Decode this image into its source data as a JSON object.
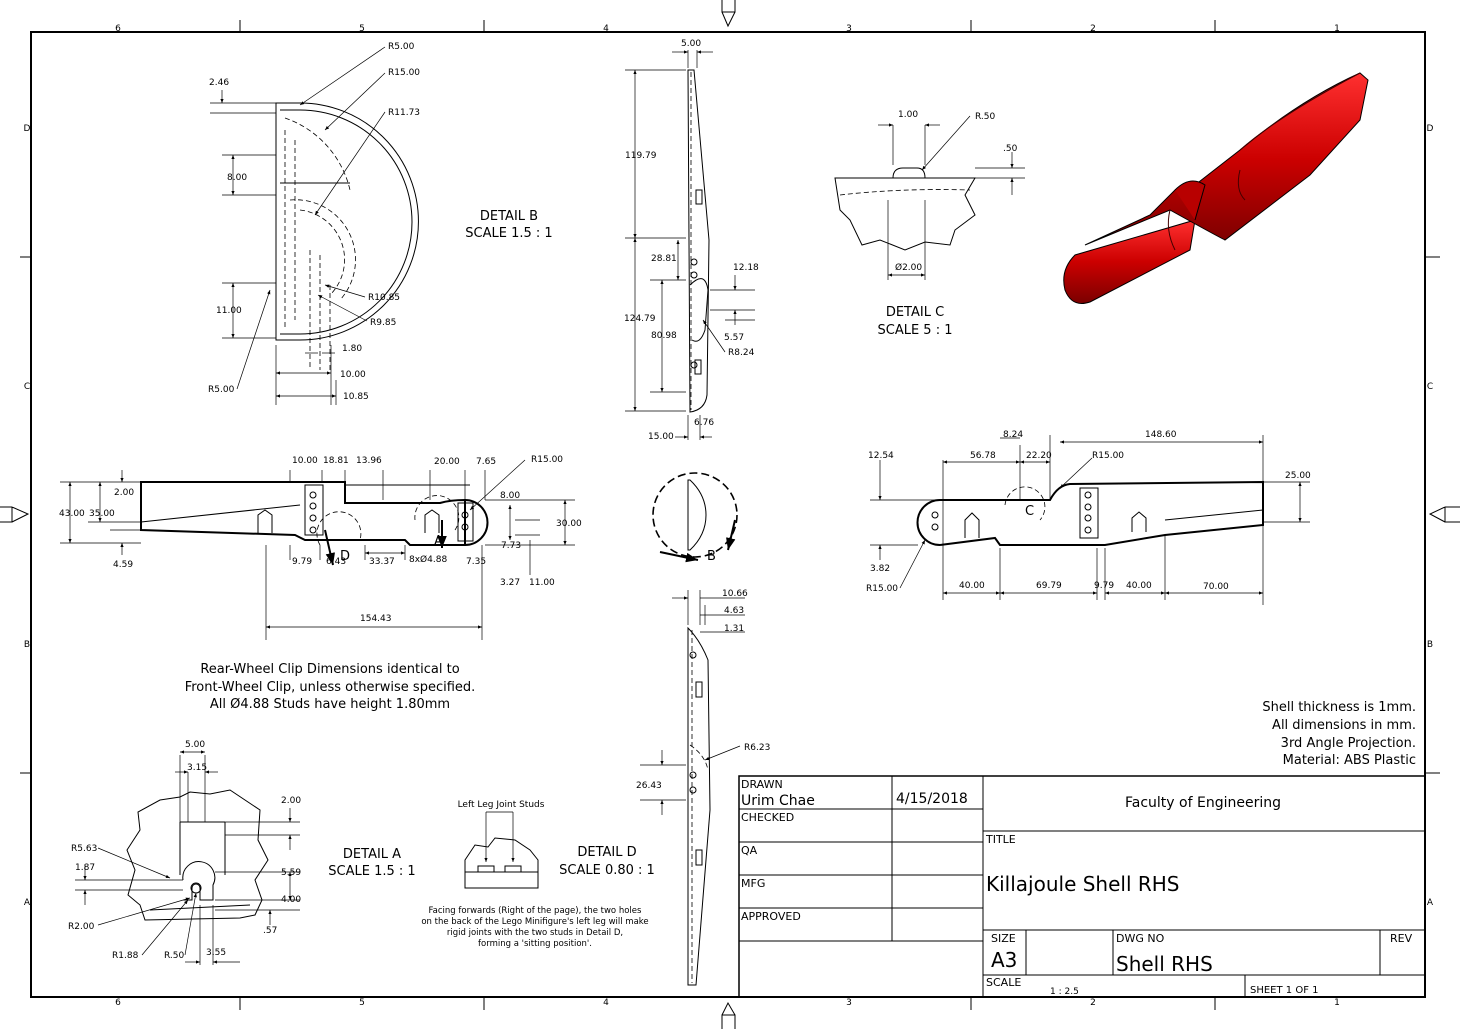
{
  "border": {
    "columns_top": [
      "6",
      "5",
      "4",
      "3",
      "2",
      "1"
    ],
    "columns_bottom": [
      "6",
      "5",
      "4",
      "3",
      "2",
      "1"
    ],
    "rows_left": [
      "D",
      "C",
      "B",
      "A"
    ],
    "rows_right": [
      "D",
      "C",
      "B",
      "A"
    ]
  },
  "details": {
    "b": {
      "name": "DETAIL  B",
      "scale": "SCALE 1.5 : 1"
    },
    "c": {
      "name": "DETAIL  C",
      "scale": "SCALE 5 : 1"
    },
    "a": {
      "name": "DETAIL  A",
      "scale": "SCALE 1.5 : 1"
    },
    "d": {
      "name": "DETAIL  D",
      "scale": "SCALE 0.80 : 1"
    }
  },
  "view_markers": {
    "a": "A",
    "b": "B",
    "c": "C",
    "d": "D"
  },
  "dims_detail_b": [
    "R5.00",
    "R15.00",
    "R11.73",
    "2.46",
    "8.00",
    "11.00",
    "R10.85",
    "R9.85",
    "1.80",
    "10.00",
    "10.85",
    "R5.00"
  ],
  "dims_side": [
    "5.00",
    "119.79",
    "28.81",
    "124.79",
    "80.98",
    "12.18",
    "5.57",
    "R8.24",
    "6.76",
    "15.00"
  ],
  "dims_detail_c": [
    "1.00",
    "R.50",
    ".50",
    "Ø2.00"
  ],
  "dims_front": {
    "top": [
      "10.00",
      "18.81",
      "13.96",
      "20.00",
      "7.65",
      "R15.00",
      "8.00"
    ],
    "left": [
      "43.00",
      "35.00",
      "2.00",
      "4.59"
    ],
    "right": [
      "30.00",
      "7.73",
      "11.00",
      "3.27",
      "7.35",
      "8xØ4.88"
    ],
    "bottom": [
      "9.79",
      "6.43",
      "33.37",
      "154.43"
    ]
  },
  "dims_rear": {
    "top": [
      "8.24",
      "148.60",
      "56.78",
      "22.20",
      "R15.00",
      "12.54",
      "25.00"
    ],
    "left": [
      "3.82",
      "R15.00"
    ],
    "bottom": [
      "40.00",
      "69.79",
      "9.79",
      "40.00",
      "70.00"
    ]
  },
  "dims_bottom_side": [
    "10.66",
    "4.63",
    "1.31",
    "R6.23",
    "26.43"
  ],
  "dims_detail_a": [
    "5.00",
    "3.15",
    "2.00",
    "R5.63",
    "1.87",
    "5.59",
    "4.00",
    ".57",
    "R2.00",
    "R1.88",
    "R.50",
    "3.55"
  ],
  "detail_d_caption": "Left Leg Joint Studs",
  "notes": {
    "clip": [
      "Rear-Wheel Clip Dimensions identical to",
      "Front-Wheel Clip, unless otherwise specified.",
      "All Ø4.88 Studs have height 1.80mm"
    ],
    "facing": [
      "Facing forwards (Right of the page), the two holes",
      "on the back of the Lego Minifigure's left leg will make",
      "rigid joints with the two studs in Detail D,",
      "forming a 'sitting position'."
    ],
    "general": [
      "Shell thickness is 1mm.",
      "All dimensions in mm.",
      "3rd Angle Projection.",
      "Material: ABS Plastic"
    ]
  },
  "title_block": {
    "drawn_label": "DRAWN",
    "drawn_by": "Urim Chae",
    "date": "4/15/2018",
    "checked_label": "CHECKED",
    "qa_label": "QA",
    "mfg_label": "MFG",
    "approved_label": "APPROVED",
    "company": "Faculty of Engineering",
    "title_label": "TITLE",
    "title": "Killajoule Shell RHS",
    "size_label": "SIZE",
    "size": "A3",
    "dwg_no_label": "DWG NO",
    "dwg_no": "Shell RHS",
    "rev_label": "REV",
    "scale_label": "SCALE",
    "scale": "1 : 2.5",
    "sheet": "SHEET 1  OF 1"
  },
  "colors": {
    "line": "#000000",
    "model": "#cc0000",
    "paper": "#ffffff"
  }
}
